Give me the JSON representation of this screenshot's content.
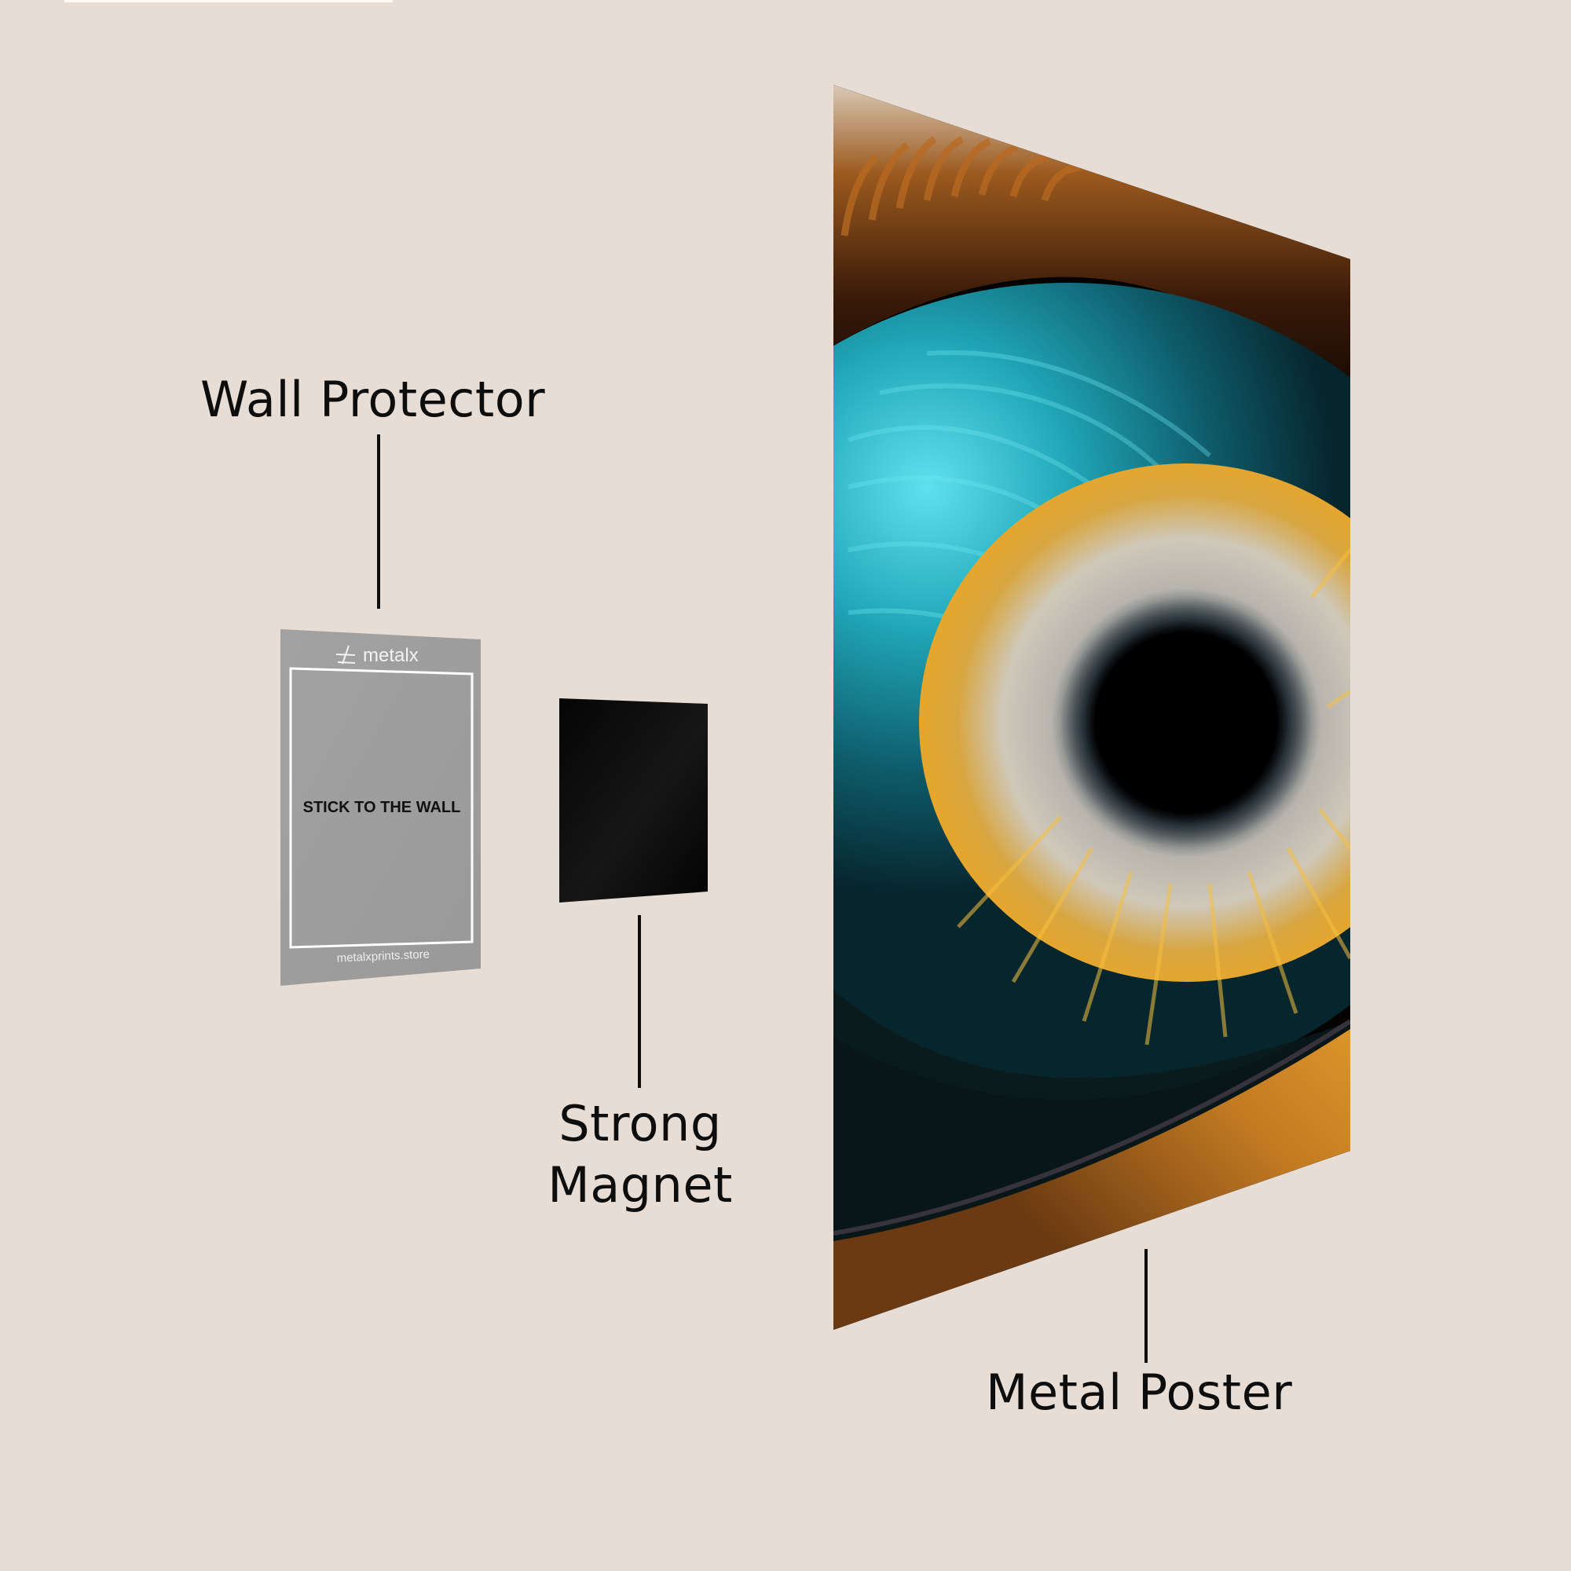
{
  "labels": {
    "wall_protector": "Wall Protector",
    "strong_magnet_line1": "Strong",
    "strong_magnet_line2": "Magnet",
    "metal_poster": "Metal Poster"
  },
  "wall_protector_card": {
    "brand": "metalx",
    "instruction": "STICK TO THE WALL",
    "website": "metalxprints.store",
    "card_color": "#9e9e9e",
    "text_color": "#111111"
  },
  "colors": {
    "background": "#e8ddd5",
    "label_text": "#0d0d0d",
    "magnet": "#050505",
    "iris_teal": "#1fa6b8",
    "iris_gold": "#f2a81d",
    "iris_silver": "#c9c4bb",
    "pupil": "#000000",
    "lid_amber": "#a8631c"
  }
}
